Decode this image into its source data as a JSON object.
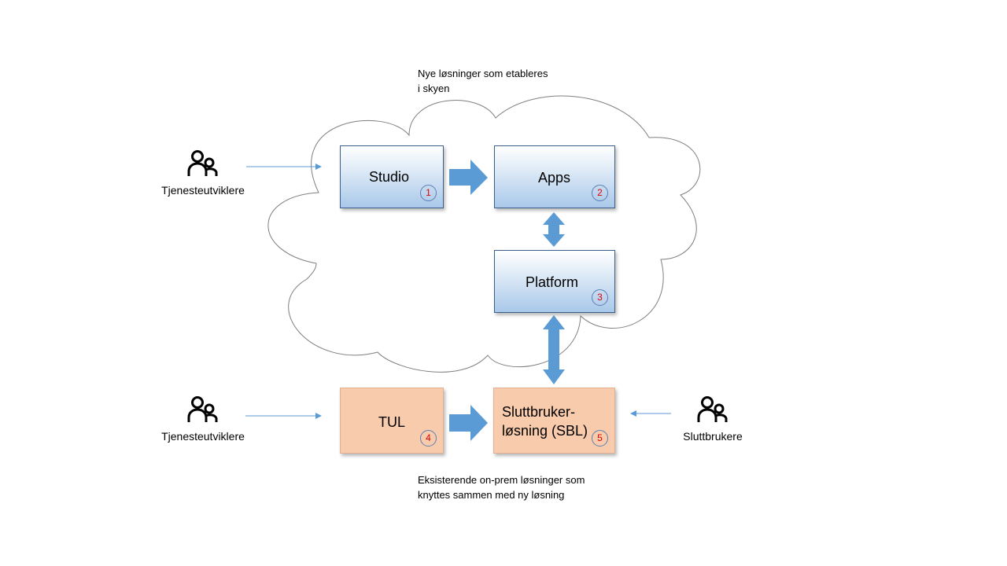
{
  "captions": {
    "cloud": "Nye løsninger som etableres\ni skyen",
    "onprem": "Eksisterende on-prem løsninger som\nknyttes sammen med ny løsning"
  },
  "boxes": {
    "studio": {
      "label": "Studio",
      "num": "1"
    },
    "apps": {
      "label": "Apps",
      "num": "2"
    },
    "platform": {
      "label": "Platform",
      "num": "3"
    },
    "tul": {
      "label": "TUL",
      "num": "4"
    },
    "sbl": {
      "label": "Sluttbruker-\nløsning (SBL)",
      "num": "5"
    }
  },
  "actors": {
    "top_left": {
      "label": "Tjenesteutviklere",
      "icon": "people-icon"
    },
    "bottom_left": {
      "label": "Tjenesteutviklere",
      "icon": "people-icon"
    },
    "bottom_right": {
      "label": "Sluttbrukere",
      "icon": "people-icon"
    }
  },
  "colors": {
    "cloud_box_border": "#3b5f8a",
    "cloud_box_fill": "#a9c8ea",
    "onprem_box_fill": "#f8cbad",
    "arrow_fill": "#5b9bd5",
    "number_text": "#e00000"
  }
}
